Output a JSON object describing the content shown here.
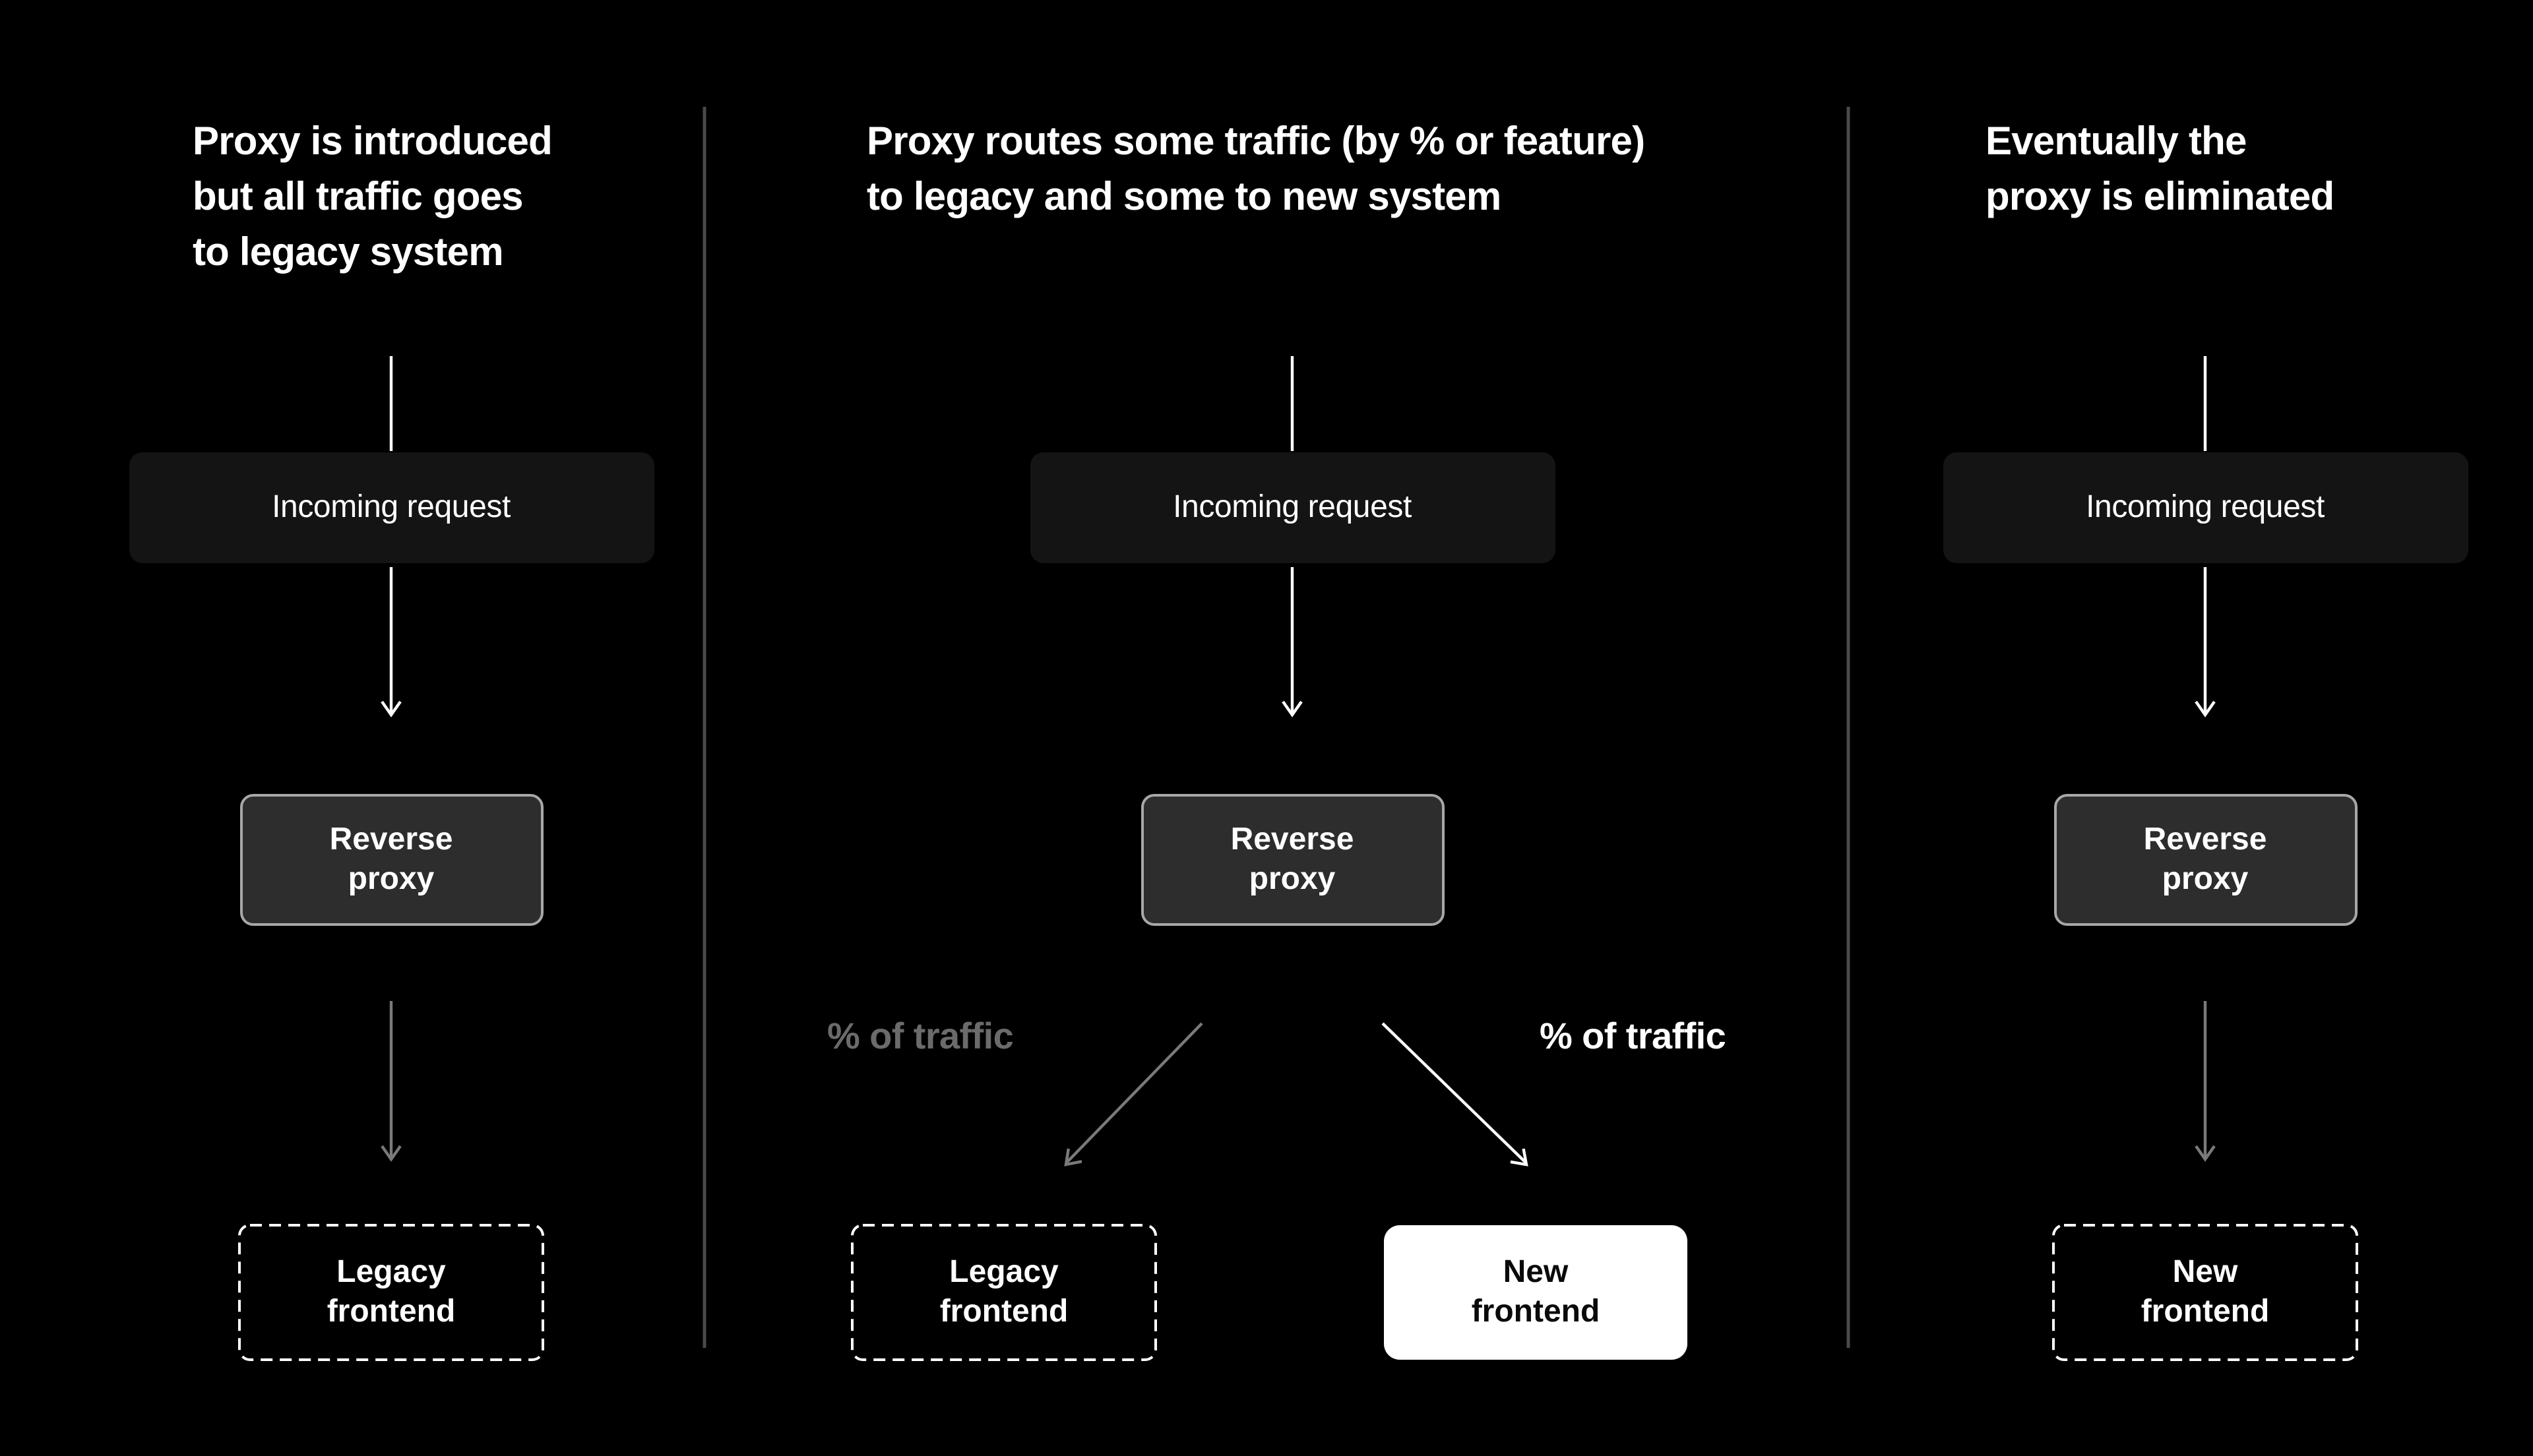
{
  "colors": {
    "background": "#000000",
    "divider": "#4a4a4a",
    "arrow_white": "#ffffff",
    "arrow_gray": "#7a7a7a",
    "incoming_box_fill": "#141414",
    "proxy_box_fill": "#2d2d2d",
    "proxy_box_border": "#a8a8a8",
    "dashed_box_border": "#ffffff",
    "new_frontend_fill": "#ffffff",
    "muted_label": "#6b6b6b"
  },
  "panels": [
    {
      "title_lines": [
        "Proxy is introduced",
        "but all traffic goes",
        "to legacy system"
      ],
      "incoming_label": "Incoming request",
      "proxy_lines": [
        "Reverse",
        "proxy"
      ],
      "frontend_lines": [
        "Legacy",
        "frontend"
      ],
      "frontend_style": "dashed"
    },
    {
      "title_lines": [
        "Proxy routes some traffic (by % or feature)",
        "to legacy and some to new system"
      ],
      "incoming_label": "Incoming request",
      "proxy_lines": [
        "Reverse",
        "proxy"
      ],
      "traffic_label_left": "% of traffic",
      "traffic_label_right": "% of traffic",
      "legacy_frontend_lines": [
        "Legacy",
        "frontend"
      ],
      "new_frontend_lines": [
        "New",
        "frontend"
      ]
    },
    {
      "title_lines": [
        "Eventually the",
        "proxy is eliminated"
      ],
      "incoming_label": "Incoming request",
      "proxy_lines": [
        "Reverse",
        "proxy"
      ],
      "frontend_lines": [
        "New",
        "frontend"
      ],
      "frontend_style": "dashed"
    }
  ]
}
